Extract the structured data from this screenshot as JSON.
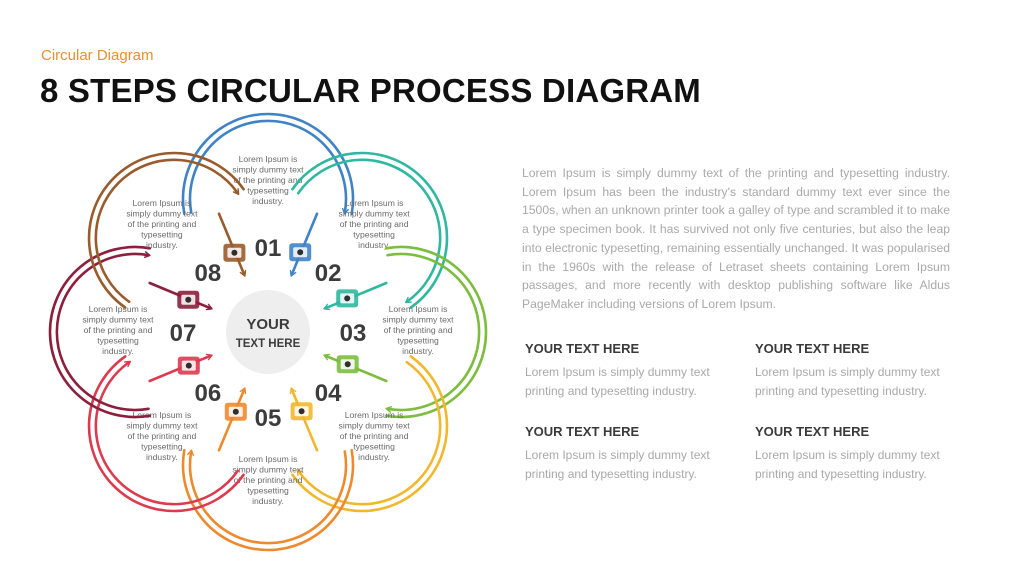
{
  "header": {
    "subtitle": "Circular Diagram",
    "title": "8 STEPS CIRCULAR PROCESS DIAGRAM"
  },
  "center": {
    "line1": "YOUR",
    "line2": "TEXT HERE"
  },
  "steps": [
    {
      "num": "01",
      "color": "#3f83c6",
      "icon": "target-icon",
      "text": [
        "Lorem Ipsum is",
        "simply dummy text",
        "of the printing and",
        "typesetting",
        "industry."
      ]
    },
    {
      "num": "02",
      "color": "#2fb7a0",
      "icon": "buildings-icon",
      "text": [
        "Lorem Ipsum is",
        "simply dummy text",
        "of the printing and",
        "typesetting",
        "industry."
      ]
    },
    {
      "num": "03",
      "color": "#7cbd3e",
      "icon": "trophy-icon",
      "text": [
        "Lorem Ipsum is",
        "simply dummy text",
        "of the printing and",
        "typesetting",
        "industry."
      ]
    },
    {
      "num": "04",
      "color": "#f1b82d",
      "icon": "rocket-icon",
      "text": [
        "Lorem Ipsum is",
        "simply dummy text",
        "of the printing and",
        "typesetting",
        "industry."
      ]
    },
    {
      "num": "05",
      "color": "#ee8a2e",
      "icon": "megaphone-icon",
      "text": [
        "Lorem Ipsum is",
        "simply dummy text",
        "of the printing and",
        "typesetting",
        "industry."
      ]
    },
    {
      "num": "06",
      "color": "#dc3b4f",
      "icon": "idea-laptop-icon",
      "text": [
        "Lorem Ipsum is",
        "simply dummy text",
        "of the printing and",
        "typesetting",
        "industry."
      ]
    },
    {
      "num": "07",
      "color": "#8c1f3c",
      "icon": "calendar-icon",
      "text": [
        "Lorem Ipsum is",
        "simply dummy text",
        "of the printing and",
        "typesetting",
        "industry."
      ]
    },
    {
      "num": "08",
      "color": "#9a5b2c",
      "icon": "briefcase-icon",
      "text": [
        "Lorem Ipsum is",
        "simply dummy text",
        "of the printing and",
        "typesetting",
        "industry."
      ]
    }
  ],
  "paragraph": "Lorem Ipsum is simply dummy text of the printing and typesetting industry. Lorem Ipsum has been the industry's standard dummy text ever since the 1500s, when an unknown printer took a galley of type and scrambled it to make a type specimen book. It has survived not only five centuries, but also the leap into electronic typesetting, remaining essentially unchanged. It was popularised in the 1960s with the release of Letraset sheets containing Lorem Ipsum passages, and more recently with desktop publishing software like Aldus PageMaker including versions of Lorem Ipsum.",
  "blocks": [
    {
      "heading": "YOUR TEXT HERE",
      "text": "Lorem Ipsum is simply dummy text printing and typesetting industry."
    },
    {
      "heading": "YOUR TEXT HERE",
      "text": "Lorem Ipsum is simply dummy text printing and typesetting industry."
    },
    {
      "heading": "YOUR TEXT HERE",
      "text": "Lorem Ipsum is simply dummy text printing and typesetting industry."
    },
    {
      "heading": "YOUR TEXT HERE",
      "text": "Lorem Ipsum is simply dummy text printing and typesetting industry."
    }
  ]
}
